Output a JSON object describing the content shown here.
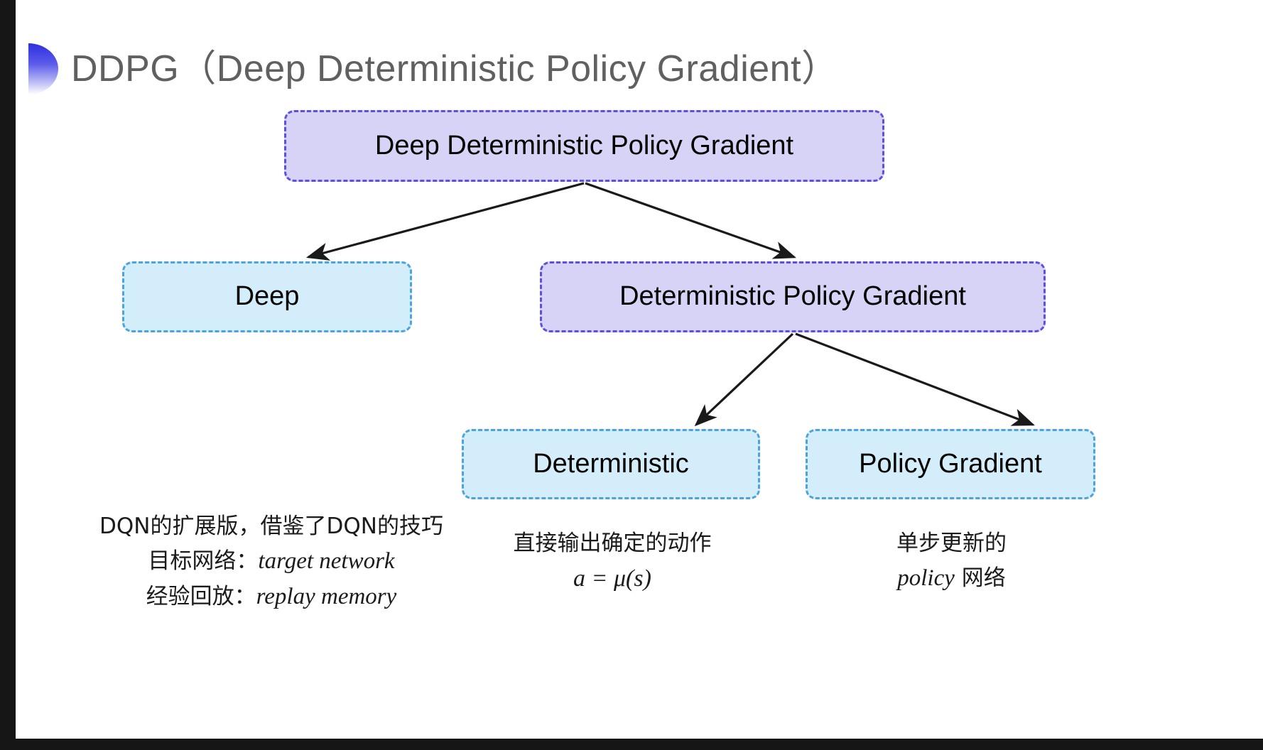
{
  "slide": {
    "title": "DDPG（Deep Deterministic Policy Gradient）",
    "background": "#ffffff"
  },
  "colors": {
    "purple_fill": "#d7d3f7",
    "purple_border": "#5b50e0",
    "blue_fill": "#d4edfb",
    "blue_border": "#4ba4dc",
    "title_text": "#5f6060",
    "arrow": "#1a1a1a",
    "bullet_gradient_start": "#2f2fe0",
    "bullet_gradient_end": "#ffffff"
  },
  "diagram": {
    "nodes": [
      {
        "id": "root",
        "label": "Deep Deterministic Policy Gradient",
        "style": "purple"
      },
      {
        "id": "deep",
        "label": "Deep",
        "style": "blue"
      },
      {
        "id": "dpg",
        "label": "Deterministic Policy Gradient",
        "style": "purple"
      },
      {
        "id": "det",
        "label": "Deterministic",
        "style": "blue"
      },
      {
        "id": "pg",
        "label": "Policy Gradient",
        "style": "blue"
      }
    ],
    "edges": [
      {
        "from": "root",
        "to": "deep"
      },
      {
        "from": "root",
        "to": "dpg"
      },
      {
        "from": "dpg",
        "to": "det"
      },
      {
        "from": "dpg",
        "to": "pg"
      }
    ]
  },
  "captions": {
    "deep": {
      "line1": "DQN的扩展版，借鉴了DQN的技巧",
      "line2_label": "目标网络：",
      "line2_term": "target network",
      "line3_label": "经验回放：",
      "line3_term": "replay memory"
    },
    "deterministic": {
      "line1": "直接输出确定的动作",
      "formula": "a = μ(s)"
    },
    "policy_gradient": {
      "line1": "单步更新的",
      "line2_term": "policy",
      "line2_suffix": " 网络"
    }
  }
}
